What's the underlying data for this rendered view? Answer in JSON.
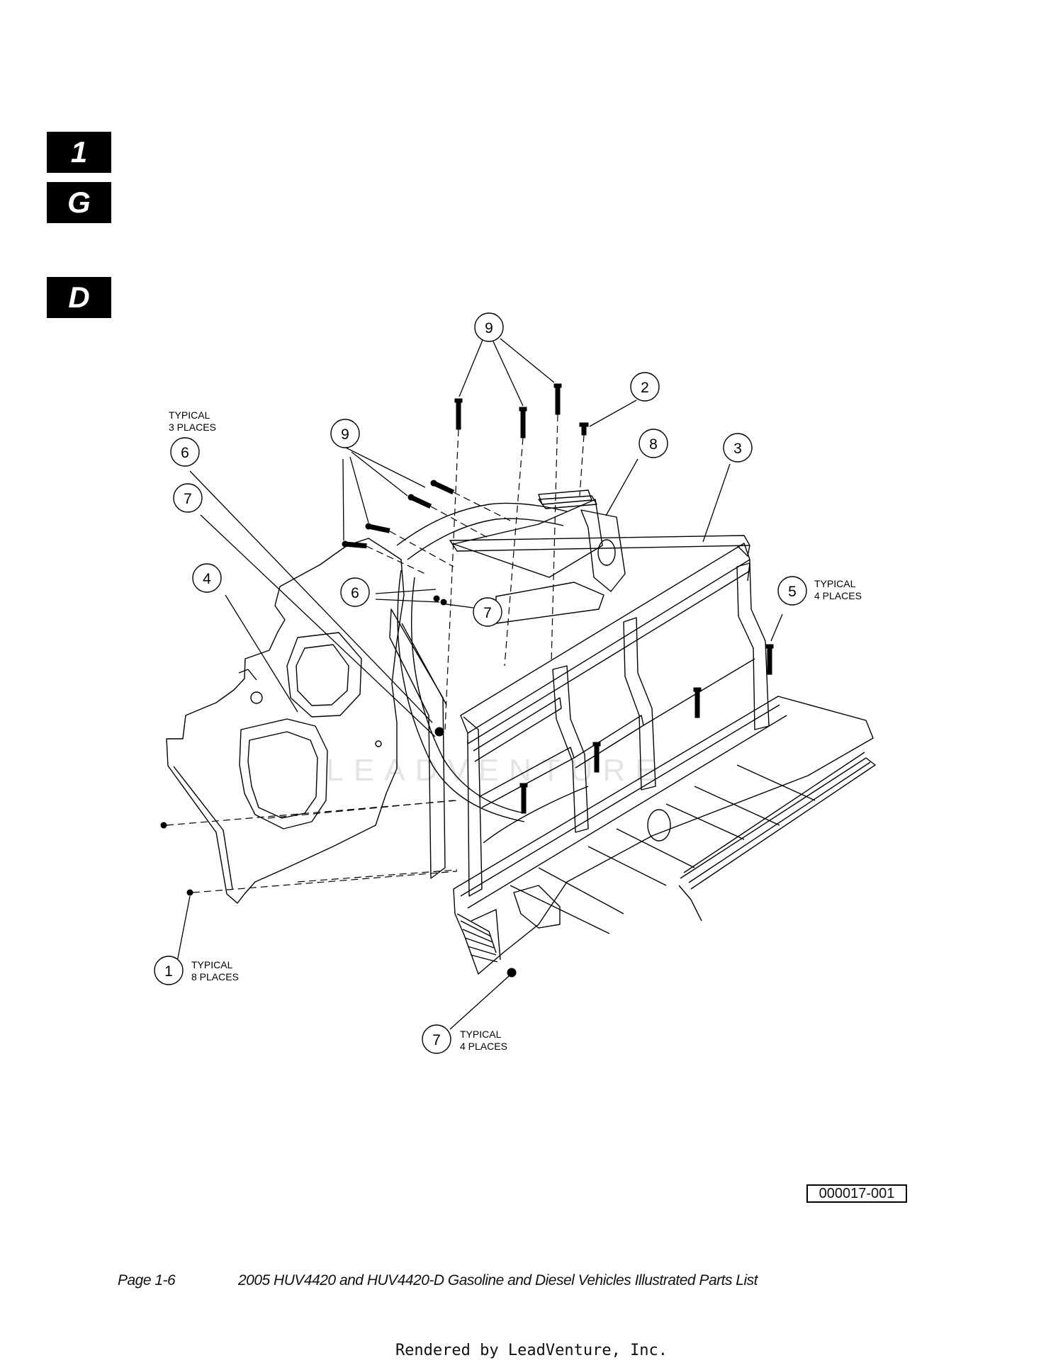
{
  "tabs": {
    "one": "1",
    "g": "G",
    "d": "D"
  },
  "callouts": {
    "c9_top": "9",
    "c2": "2",
    "c9_left": "9",
    "c8": "8",
    "c3": "3",
    "c6_top": "6",
    "c7_top": "7",
    "c4": "4",
    "c6_mid": "6",
    "c7_mid": "7",
    "c5": "5",
    "c1": "1",
    "c7_bottom": "7"
  },
  "notes": {
    "typ3_line1": "TYPICAL",
    "typ3_line2": "3 PLACES",
    "typ4a_line1": "TYPICAL",
    "typ4a_line2": "4 PLACES",
    "typ8_line1": "TYPICAL",
    "typ8_line2": "8 PLACES",
    "typ4b_line1": "TYPICAL",
    "typ4b_line2": "4 PLACES"
  },
  "watermark": "LEADVENTURE",
  "drawing_number": "000017-001",
  "footer": {
    "page": "Page 1-6",
    "title": "2005 HUV4420 and HUV4420-D Gasoline and Diesel Vehicles Illustrated Parts List"
  },
  "rendered_by": "Rendered by LeadVenture, Inc."
}
